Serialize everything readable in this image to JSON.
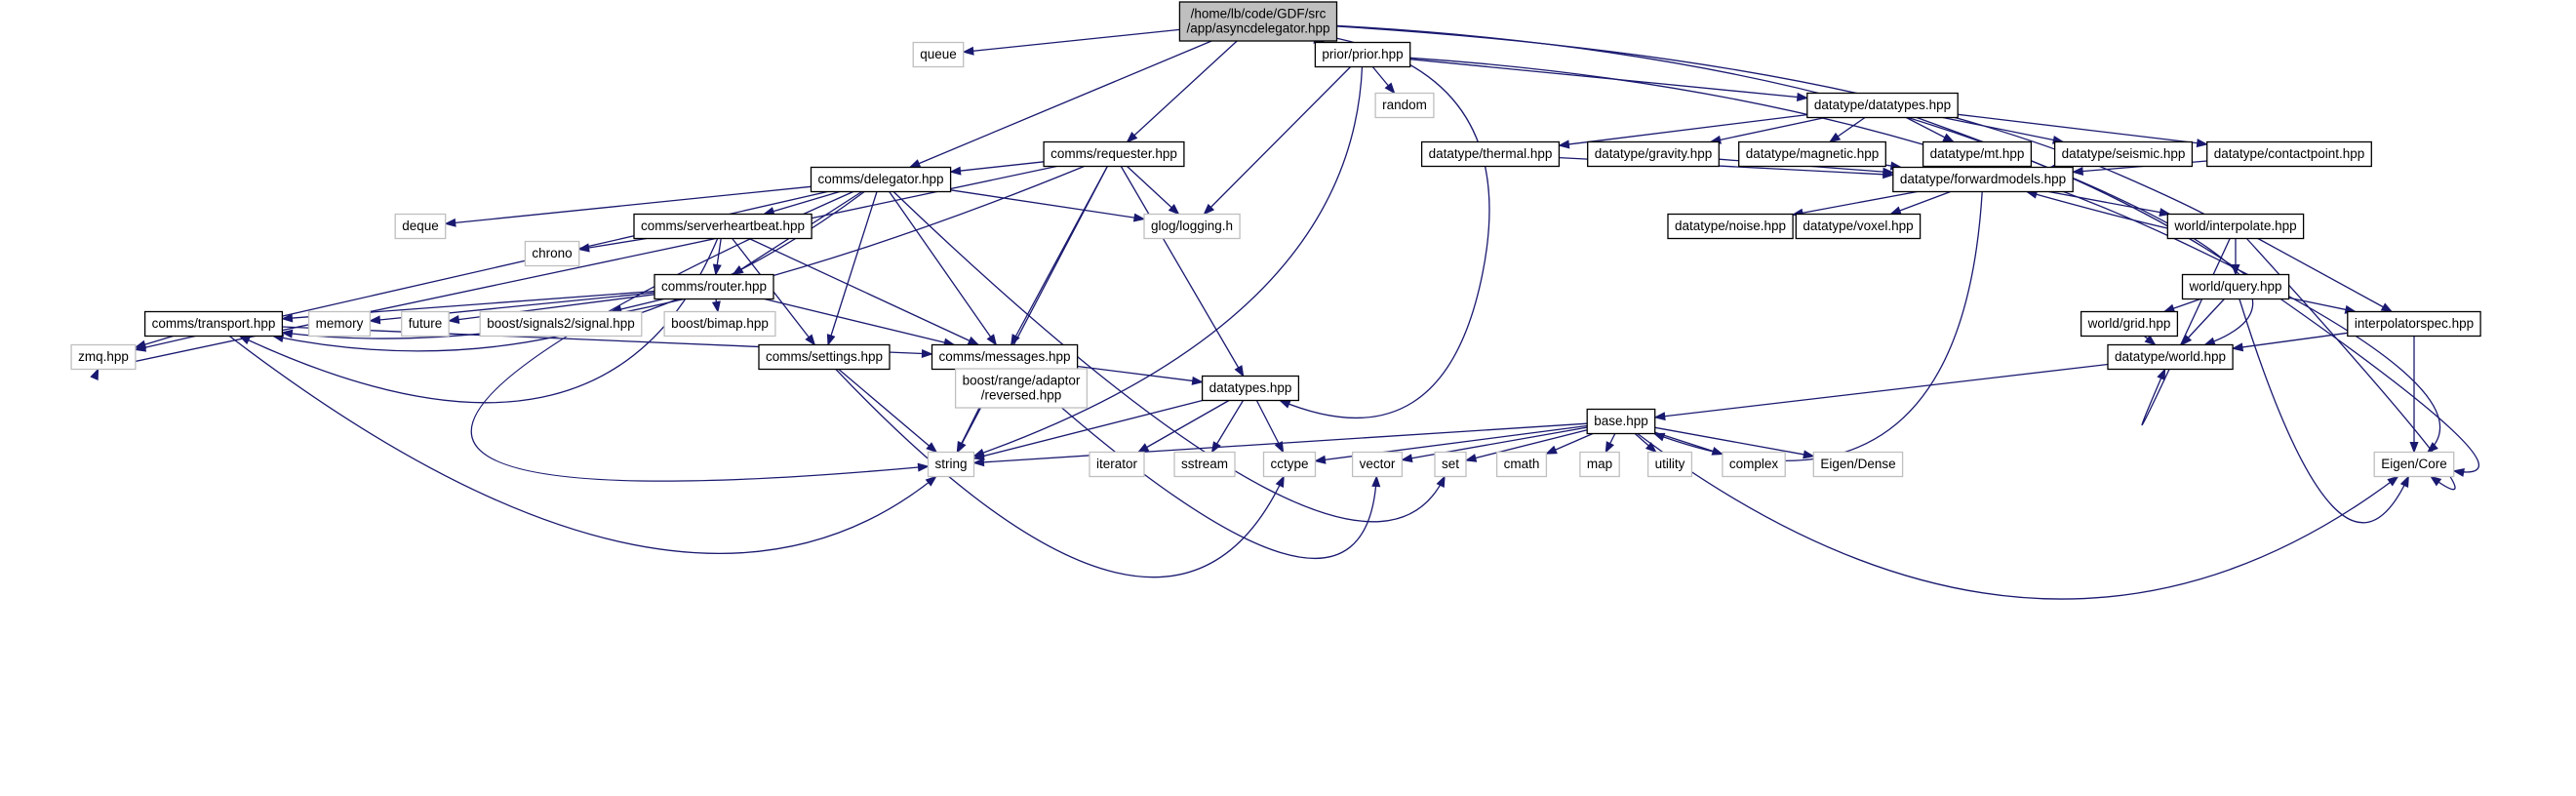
{
  "colors": {
    "edge": "#191970",
    "root_fill": "#bfbfbf",
    "node_border": "#000000",
    "external_border": "#bfbfbf",
    "background": "#ffffff"
  },
  "nodes": [
    {
      "id": "root",
      "lines": [
        "/home/lb/code/GDF/src",
        "/app/asyncdelegator.hpp"
      ],
      "kind": "root"
    },
    {
      "id": "queue",
      "lines": [
        "queue"
      ],
      "kind": "ext"
    },
    {
      "id": "prior",
      "lines": [
        "prior/prior.hpp"
      ],
      "kind": "local"
    },
    {
      "id": "random",
      "lines": [
        "random"
      ],
      "kind": "ext"
    },
    {
      "id": "datatypes_dt",
      "lines": [
        "datatype/datatypes.hpp"
      ],
      "kind": "local"
    },
    {
      "id": "requester",
      "lines": [
        "comms/requester.hpp"
      ],
      "kind": "local"
    },
    {
      "id": "thermal",
      "lines": [
        "datatype/thermal.hpp"
      ],
      "kind": "local"
    },
    {
      "id": "gravity",
      "lines": [
        "datatype/gravity.hpp"
      ],
      "kind": "local"
    },
    {
      "id": "magnetic",
      "lines": [
        "datatype/magnetic.hpp"
      ],
      "kind": "local"
    },
    {
      "id": "mt",
      "lines": [
        "datatype/mt.hpp"
      ],
      "kind": "local"
    },
    {
      "id": "seismic",
      "lines": [
        "datatype/seismic.hpp"
      ],
      "kind": "local"
    },
    {
      "id": "contactpoint",
      "lines": [
        "datatype/contactpoint.hpp"
      ],
      "kind": "local"
    },
    {
      "id": "delegator",
      "lines": [
        "comms/delegator.hpp"
      ],
      "kind": "local"
    },
    {
      "id": "forwardmodels",
      "lines": [
        "datatype/forwardmodels.hpp"
      ],
      "kind": "local"
    },
    {
      "id": "deque",
      "lines": [
        "deque"
      ],
      "kind": "ext"
    },
    {
      "id": "serverheartbeat",
      "lines": [
        "comms/serverheartbeat.hpp"
      ],
      "kind": "local"
    },
    {
      "id": "glog",
      "lines": [
        "glog/logging.h"
      ],
      "kind": "ext"
    },
    {
      "id": "noise",
      "lines": [
        "datatype/noise.hpp"
      ],
      "kind": "local"
    },
    {
      "id": "voxel",
      "lines": [
        "datatype/voxel.hpp"
      ],
      "kind": "local"
    },
    {
      "id": "interpolate",
      "lines": [
        "world/interpolate.hpp"
      ],
      "kind": "local"
    },
    {
      "id": "chrono",
      "lines": [
        "chrono"
      ],
      "kind": "ext"
    },
    {
      "id": "router",
      "lines": [
        "comms/router.hpp"
      ],
      "kind": "local"
    },
    {
      "id": "query",
      "lines": [
        "world/query.hpp"
      ],
      "kind": "local"
    },
    {
      "id": "transport",
      "lines": [
        "comms/transport.hpp"
      ],
      "kind": "local"
    },
    {
      "id": "memory",
      "lines": [
        "memory"
      ],
      "kind": "ext"
    },
    {
      "id": "future",
      "lines": [
        "future"
      ],
      "kind": "ext"
    },
    {
      "id": "signal",
      "lines": [
        "boost/signals2/signal.hpp"
      ],
      "kind": "ext"
    },
    {
      "id": "bimap",
      "lines": [
        "boost/bimap.hpp"
      ],
      "kind": "ext"
    },
    {
      "id": "grid",
      "lines": [
        "world/grid.hpp"
      ],
      "kind": "local"
    },
    {
      "id": "interpolatorspec",
      "lines": [
        "interpolatorspec.hpp"
      ],
      "kind": "local"
    },
    {
      "id": "zmq",
      "lines": [
        "zmq.hpp"
      ],
      "kind": "ext"
    },
    {
      "id": "settings",
      "lines": [
        "comms/settings.hpp"
      ],
      "kind": "local"
    },
    {
      "id": "messages",
      "lines": [
        "comms/messages.hpp"
      ],
      "kind": "local"
    },
    {
      "id": "world",
      "lines": [
        "datatype/world.hpp"
      ],
      "kind": "local"
    },
    {
      "id": "reversed",
      "lines": [
        "boost/range/adaptor",
        "/reversed.hpp"
      ],
      "kind": "ext"
    },
    {
      "id": "datatypes_core",
      "lines": [
        "datatypes.hpp"
      ],
      "kind": "local"
    },
    {
      "id": "base",
      "lines": [
        "base.hpp"
      ],
      "kind": "local"
    },
    {
      "id": "string",
      "lines": [
        "string"
      ],
      "kind": "ext"
    },
    {
      "id": "iterator",
      "lines": [
        "iterator"
      ],
      "kind": "ext"
    },
    {
      "id": "sstream",
      "lines": [
        "sstream"
      ],
      "kind": "ext"
    },
    {
      "id": "cctype",
      "lines": [
        "cctype"
      ],
      "kind": "ext"
    },
    {
      "id": "vector",
      "lines": [
        "vector"
      ],
      "kind": "ext"
    },
    {
      "id": "set",
      "lines": [
        "set"
      ],
      "kind": "ext"
    },
    {
      "id": "cmath",
      "lines": [
        "cmath"
      ],
      "kind": "ext"
    },
    {
      "id": "map",
      "lines": [
        "map"
      ],
      "kind": "ext"
    },
    {
      "id": "utility",
      "lines": [
        "utility"
      ],
      "kind": "ext"
    },
    {
      "id": "complex",
      "lines": [
        "complex"
      ],
      "kind": "ext"
    },
    {
      "id": "eigendense",
      "lines": [
        "Eigen/Dense"
      ],
      "kind": "ext"
    },
    {
      "id": "eigencore",
      "lines": [
        "Eigen/Core"
      ],
      "kind": "ext"
    }
  ],
  "edges": [
    [
      "root",
      "queue"
    ],
    [
      "root",
      "prior"
    ],
    [
      "root",
      "requester"
    ],
    [
      "root",
      "delegator"
    ],
    [
      "root",
      "datatypes_core"
    ],
    [
      "root",
      "forwardmodels"
    ],
    [
      "root",
      "eigencore"
    ],
    [
      "prior",
      "random"
    ],
    [
      "prior",
      "datatypes_dt"
    ],
    [
      "prior",
      "glog"
    ],
    [
      "prior",
      "string"
    ],
    [
      "prior",
      "eigencore"
    ],
    [
      "datatypes_dt",
      "thermal"
    ],
    [
      "datatypes_dt",
      "gravity"
    ],
    [
      "datatypes_dt",
      "magnetic"
    ],
    [
      "datatypes_dt",
      "mt"
    ],
    [
      "datatypes_dt",
      "seismic"
    ],
    [
      "datatypes_dt",
      "contactpoint"
    ],
    [
      "datatypes_dt",
      "world"
    ],
    [
      "thermal",
      "forwardmodels"
    ],
    [
      "gravity",
      "forwardmodels"
    ],
    [
      "magnetic",
      "forwardmodels"
    ],
    [
      "mt",
      "forwardmodels"
    ],
    [
      "seismic",
      "forwardmodels"
    ],
    [
      "contactpoint",
      "forwardmodels"
    ],
    [
      "forwardmodels",
      "noise"
    ],
    [
      "forwardmodels",
      "voxel"
    ],
    [
      "forwardmodels",
      "interpolate"
    ],
    [
      "forwardmodels",
      "base"
    ],
    [
      "interpolate",
      "query"
    ],
    [
      "interpolate",
      "interpolatorspec"
    ],
    [
      "interpolate",
      "world"
    ],
    [
      "interpolate",
      "eigencore"
    ],
    [
      "query",
      "grid"
    ],
    [
      "query",
      "interpolatorspec"
    ],
    [
      "query",
      "world"
    ],
    [
      "query",
      "eigencore"
    ],
    [
      "grid",
      "world"
    ],
    [
      "interpolatorspec",
      "world"
    ],
    [
      "interpolatorspec",
      "eigencore"
    ],
    [
      "world",
      "base"
    ],
    [
      "requester",
      "delegator"
    ],
    [
      "requester",
      "transport"
    ],
    [
      "requester",
      "zmq"
    ],
    [
      "requester",
      "messages"
    ],
    [
      "requester",
      "glog"
    ],
    [
      "requester",
      "string"
    ],
    [
      "requester",
      "datatypes_core"
    ],
    [
      "delegator",
      "deque"
    ],
    [
      "delegator",
      "serverheartbeat"
    ],
    [
      "delegator",
      "glog"
    ],
    [
      "delegator",
      "router"
    ],
    [
      "delegator",
      "transport"
    ],
    [
      "delegator",
      "settings"
    ],
    [
      "delegator",
      "messages"
    ],
    [
      "delegator",
      "zmq"
    ],
    [
      "delegator",
      "string"
    ],
    [
      "delegator",
      "set"
    ],
    [
      "serverheartbeat",
      "chrono"
    ],
    [
      "serverheartbeat",
      "router"
    ],
    [
      "serverheartbeat",
      "transport"
    ],
    [
      "serverheartbeat",
      "settings"
    ],
    [
      "serverheartbeat",
      "messages"
    ],
    [
      "router",
      "transport"
    ],
    [
      "router",
      "memory"
    ],
    [
      "router",
      "future"
    ],
    [
      "router",
      "signal"
    ],
    [
      "router",
      "bimap"
    ],
    [
      "router",
      "messages"
    ],
    [
      "transport",
      "zmq"
    ],
    [
      "transport",
      "messages"
    ],
    [
      "transport",
      "string"
    ],
    [
      "settings",
      "string"
    ],
    [
      "settings",
      "cctype"
    ],
    [
      "messages",
      "reversed"
    ],
    [
      "messages",
      "datatypes_core"
    ],
    [
      "messages",
      "string"
    ],
    [
      "messages",
      "vector"
    ],
    [
      "datatypes_core",
      "string"
    ],
    [
      "datatypes_core",
      "iterator"
    ],
    [
      "datatypes_core",
      "sstream"
    ],
    [
      "datatypes_core",
      "cctype"
    ],
    [
      "base",
      "string"
    ],
    [
      "base",
      "cctype"
    ],
    [
      "base",
      "vector"
    ],
    [
      "base",
      "set"
    ],
    [
      "base",
      "cmath"
    ],
    [
      "base",
      "map"
    ],
    [
      "base",
      "utility"
    ],
    [
      "base",
      "complex"
    ],
    [
      "base",
      "eigendense"
    ],
    [
      "base",
      "eigencore"
    ]
  ]
}
